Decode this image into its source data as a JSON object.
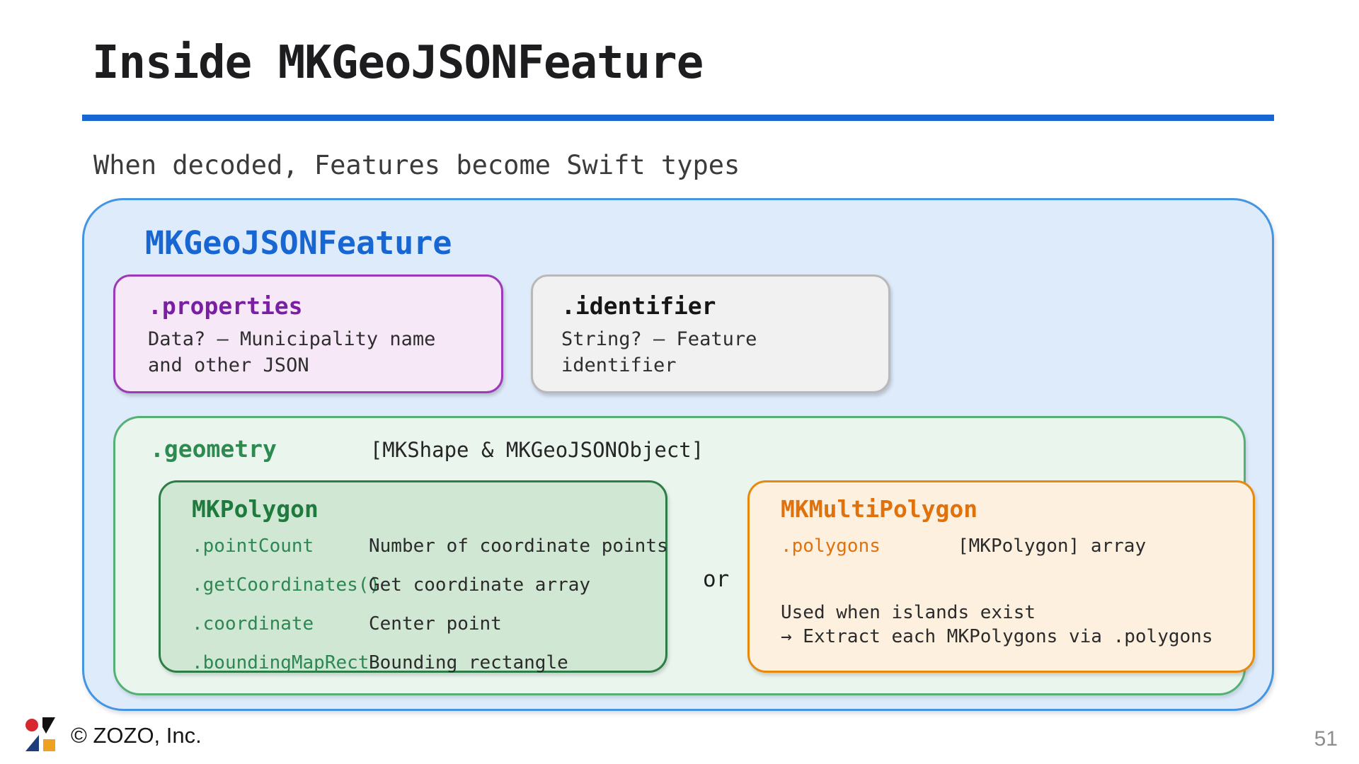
{
  "slide": {
    "title": "Inside MKGeoJSONFeature",
    "subtitle": "When decoded, Features become Swift types",
    "page_number": "51",
    "copyright": "© ZOZO, Inc."
  },
  "diagram": {
    "feature": {
      "label": "MKGeoJSONFeature"
    },
    "properties": {
      "label": ".properties",
      "description": "Data? — Municipality name and other JSON"
    },
    "identifier": {
      "label": ".identifier",
      "description": "String? — Feature identifier"
    },
    "geometry": {
      "label": ".geometry",
      "annotation": "[MKShape & MKGeoJSONObject]"
    },
    "polygon": {
      "label": "MKPolygon",
      "members": [
        {
          "name": ".pointCount",
          "description": "Number of coordinate points"
        },
        {
          "name": ".getCoordinates()",
          "description": "Get coordinate array"
        },
        {
          "name": ".coordinate",
          "description": "Center point"
        },
        {
          "name": ".boundingMapRect",
          "description": "Bounding rectangle"
        }
      ]
    },
    "or_label": "or",
    "multipolygon": {
      "label": "MKMultiPolygon",
      "members": [
        {
          "name": ".polygons",
          "description": "[MKPolygon] array"
        }
      ],
      "note_line1": "Used when islands exist",
      "note_line2": "→ Extract each MKPolygons via .polygons"
    }
  },
  "colors": {
    "accent-blue": "#1766d2",
    "outer-border": "#4595e2",
    "outer-fill": "#ddebfa",
    "purple-border": "#9c3ab8",
    "purple-fill": "#f7e8f8",
    "purple-label": "#7a1fa2",
    "gray-border": "#b9b9b9",
    "gray-fill": "#f1f1f1",
    "geometry-border": "#55b076",
    "geometry-fill": "#eaf5ee",
    "geometry-label": "#2e8b50",
    "polygon-border": "#2c7d47",
    "polygon-fill": "#cfe7d3",
    "polygon-label": "#1f7a3d",
    "polygon-name": "#2c8752",
    "orange-border": "#e8890f",
    "orange-fill": "#fdf0df",
    "orange-label": "#e0720d",
    "text-dark": "#2e2e2e",
    "title-color": "#1d1d1f",
    "page-number": "#8e8e8e",
    "logo-red": "#d7282f",
    "logo-navy": "#1e3e7b",
    "logo-orange": "#f0a122",
    "logo-black": "#111111"
  }
}
